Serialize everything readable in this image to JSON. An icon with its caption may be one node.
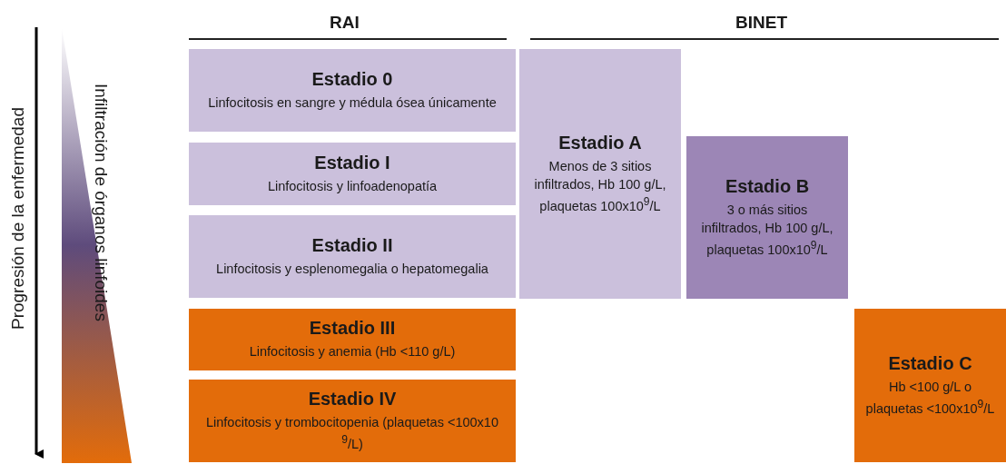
{
  "diagram": {
    "nodes": [
      {
        "text": [
          "Estadio 0",
          "Linfocitosis en sangre y médula ósea únicamente"
        ]
      },
      {
        "text": [
          "Estadio I",
          "Linfocitosis y linfoadenopatía"
        ]
      },
      {
        "text": [
          "Estadio II",
          "Linfocitosis y esplenomegalia o hepatomegalia"
        ]
      },
      {
        "text": [
          "Estadio III",
          "Linfocitosis y anemia (Hb <110 g/L)"
        ]
      },
      {
        "text": [
          "Estadio IV",
          "Linfocitosis y trombocitopenia (plaquetas <100x10 $^{9}$/L)"
        ]
      },
      {
        "text": [
          "Estadio A",
          "Menos de 3 sitios infiltrados, Hb 100 g/L, plaquetas 100x10$^{9}$/L"
        ]
      },
      {
        "text": [
          "Estadio B",
          "3 o más sitios infiltrados, Hb 100 g/L, plaquetas 100x10$^{9}$/L"
        ]
      },
      {
        "text": [
          "Estadio C",
          "Hb <100 g/L o plaquetas <100x10$^{9}$/L"
        ]
      }
    ],
    "edges": [],
    "labels": [
      "RAI",
      "BINET",
      "Progresión de la enfermedad",
      "Infiltración de órganos linfoides"
    ]
  }
}
